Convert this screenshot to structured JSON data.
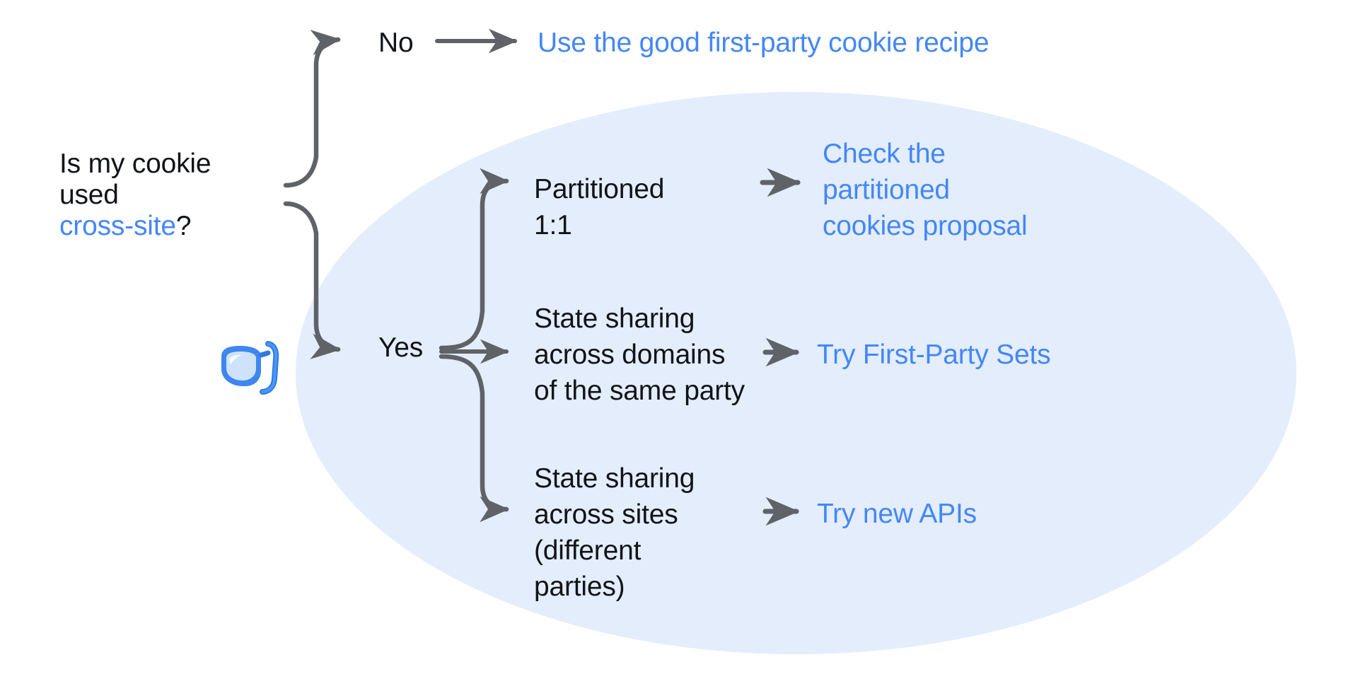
{
  "diagram": {
    "type": "decision-flowchart",
    "title": "Is my cookie used cross-site?",
    "colors": {
      "link_blue": "#4387f7",
      "node_black": "#111418",
      "arrow_gray": "#5f6368",
      "ellipse_fill": "#e4edfb",
      "background": "#ffffff"
    },
    "root": {
      "line1": "Is my cookie",
      "line2": "used ",
      "highlight": "cross-site",
      "suffix": "?"
    },
    "branches": [
      {
        "id": "no",
        "label": "No",
        "outcome": "Use the good first-party cookie recipe",
        "inside_ellipse": false
      },
      {
        "id": "yes",
        "label": "Yes",
        "inside_ellipse": true,
        "children": [
          {
            "id": "partitioned",
            "condition": "Partitioned\n1:1",
            "outcome": "Check the\npartitioned\ncookies proposal"
          },
          {
            "id": "same-party-domains",
            "condition": "State sharing\nacross domains\nof the same party",
            "outcome": "Try First-Party Sets"
          },
          {
            "id": "cross-site-parties",
            "condition": "State sharing\nacross sites\n(different\nparties)",
            "outcome": "Try new APIs"
          }
        ]
      }
    ],
    "decoration": {
      "emoji_name": "diving-mask-icon",
      "emoji": "🤿"
    }
  }
}
